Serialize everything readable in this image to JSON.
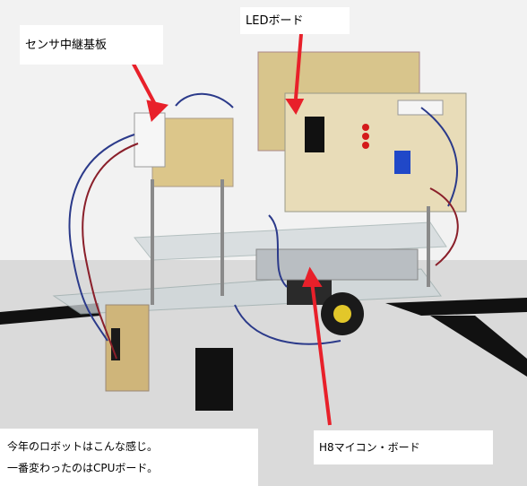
{
  "labels": {
    "sensor_board": "センサ中継基板",
    "led_board": "LEDボード",
    "h8_board": "H8マイコン・ボード"
  },
  "caption": {
    "line1": "今年のロボットはこんな感じ。",
    "line2": "一番変わったのはCPUボード。"
  },
  "colors": {
    "arrow": "#e8202a",
    "pcb": "#d9c48a",
    "tape": "#111111",
    "wall": "#f3f3f3",
    "floor": "#dcdcdc"
  }
}
